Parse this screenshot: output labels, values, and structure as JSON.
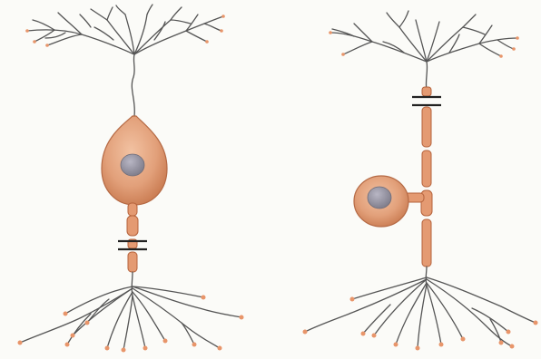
{
  "figure": {
    "panels": [
      {
        "id": "left",
        "neuron": "bipolar-neuron",
        "soma_position": "in-line"
      },
      {
        "id": "right",
        "neuron": "pseudounipolar-neuron",
        "soma_position": "side"
      }
    ]
  },
  "colors": {
    "background": "#fbfbf8",
    "branch": "#555555",
    "cell_body": "#e2a07a",
    "cell_body_edge": "#b56a45",
    "nucleus": "#8e8c99",
    "process": "#e49a72",
    "process_edge": "#b5623b",
    "terminal": "#e8956a",
    "break_mark": "#222222"
  }
}
